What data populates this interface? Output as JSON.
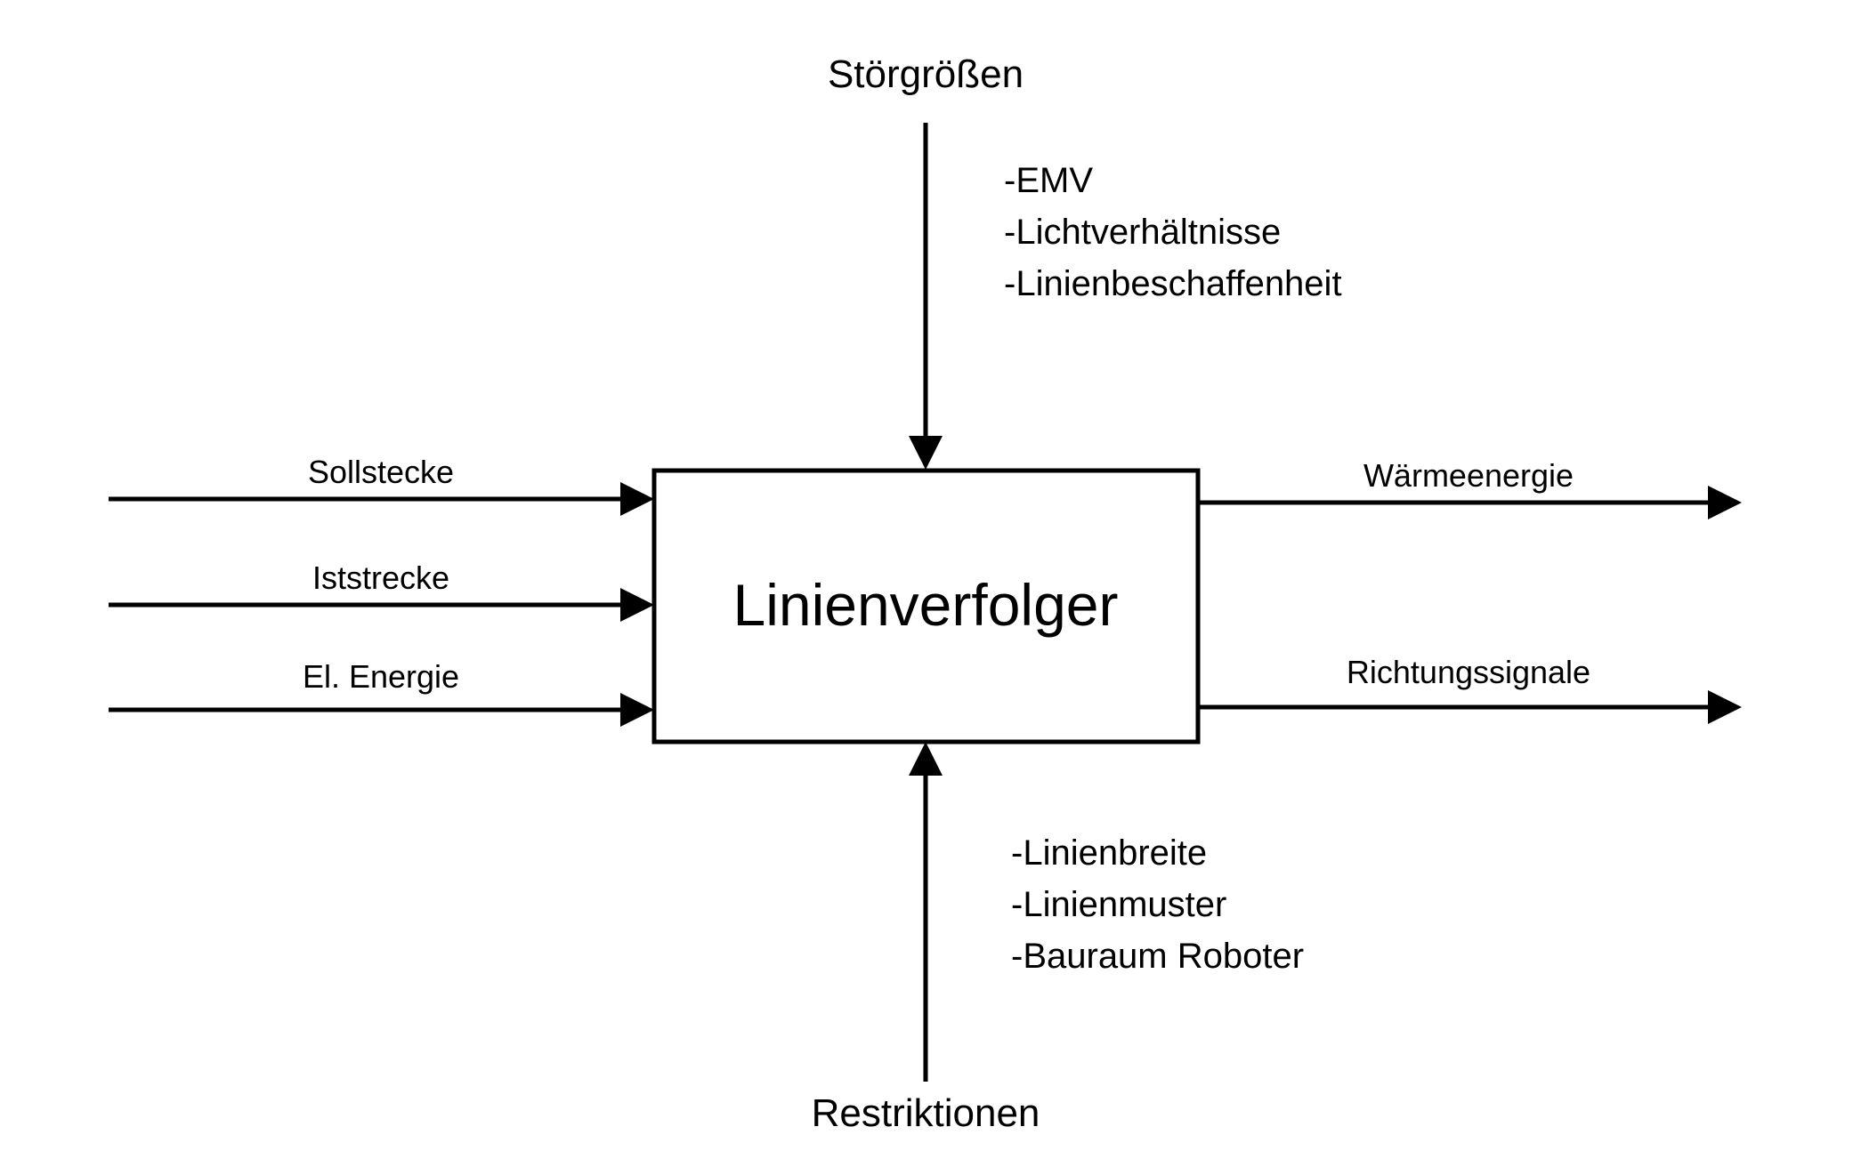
{
  "system": {
    "name": "Linienverfolger"
  },
  "disturbances": {
    "title": "Störgrößen",
    "items": [
      "-EMV",
      "-Lichtverhältnisse",
      "-Linienbeschaffenheit"
    ]
  },
  "restrictions": {
    "title": "Restriktionen",
    "items": [
      "-Linienbreite",
      "-Linienmuster",
      "-Bauraum Roboter"
    ]
  },
  "inputs": [
    {
      "label": "Sollstecke"
    },
    {
      "label": "Iststrecke"
    },
    {
      "label": "El. Energie"
    }
  ],
  "outputs": [
    {
      "label": "Wärmeenergie"
    },
    {
      "label": "Richtungssignale"
    }
  ],
  "colors": {
    "stroke": "#000000",
    "background": "#ffffff"
  }
}
